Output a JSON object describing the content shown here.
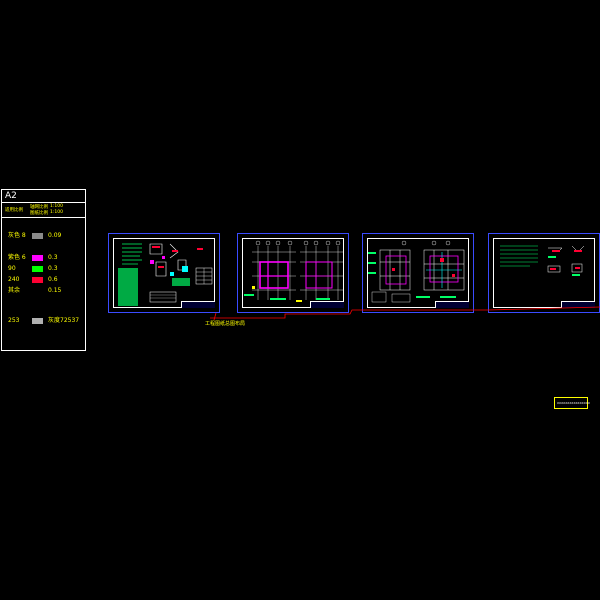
{
  "legend": {
    "paper_size": "A2",
    "scale_title": "适用比例",
    "scale_1": "1:100",
    "scale_2": "1:100",
    "scale_1_label": "轴网比例",
    "scale_2_label": "图纸比例",
    "rows": [
      {
        "name": "灰色 8",
        "value": "0.09",
        "color": "#8a8a8a"
      },
      {
        "name": "紫色 6",
        "value": "0.3",
        "color": "#ff00ff"
      },
      {
        "name": "90",
        "value": "0.3",
        "color": "#00ff00"
      },
      {
        "name": "240",
        "value": "0.6",
        "color": "#ff0033"
      },
      {
        "name": "其余",
        "value": "0.15",
        "color": ""
      },
      {
        "name": "253",
        "value": "灰度72537",
        "color": "#b0b0b0"
      }
    ]
  },
  "callout": {
    "label": "工程图纸总图布局",
    "box_text": "XXXXXXXXXXXXXXXX"
  },
  "colors": {
    "sheet_border": "#3a4bff",
    "frame": "#ffffff",
    "link_line": "#ff0000",
    "cad_green": "#00ff66",
    "cad_cyan": "#00ffff",
    "cad_magenta": "#ff00ff",
    "cad_yellow": "#ffff00"
  }
}
